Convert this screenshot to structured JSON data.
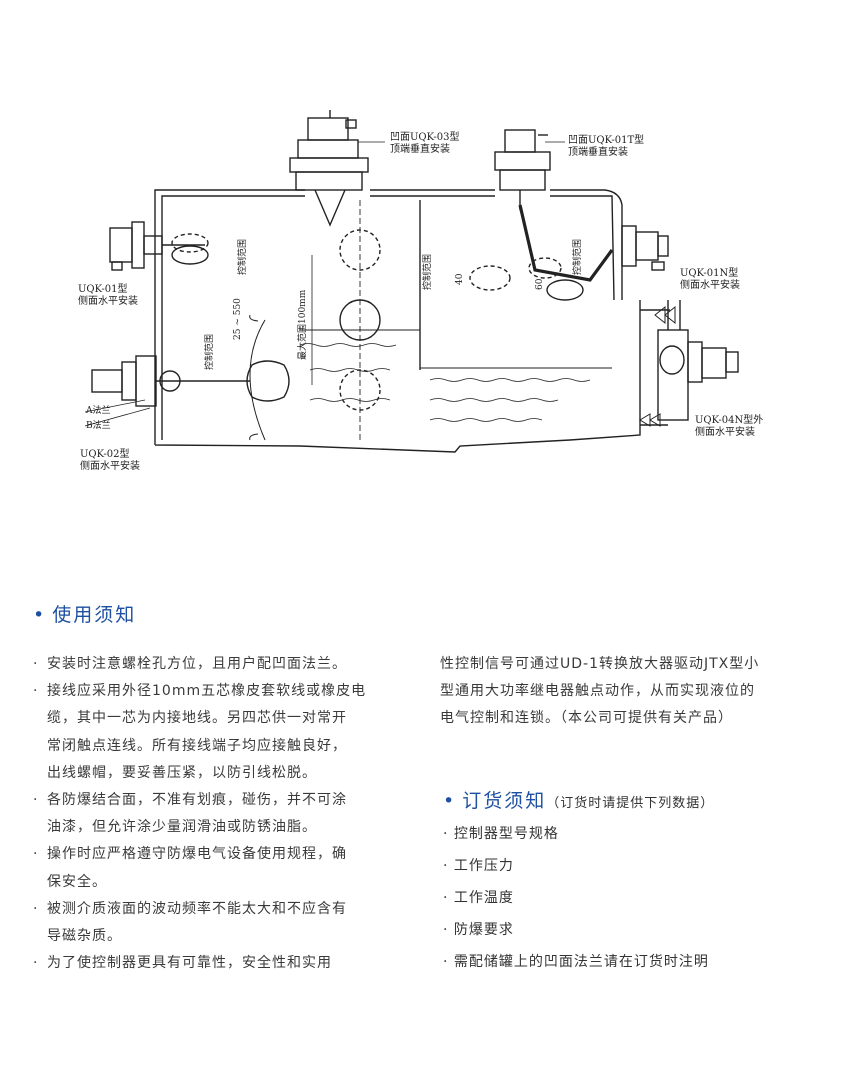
{
  "diagram": {
    "labels": {
      "uqk03": "凹面UQK-03型",
      "uqk03_sub": "顶端垂直安装",
      "uqk01t": "凹面UQK-01T型",
      "uqk01t_sub": "顶端垂直安装",
      "uqk01": "UQK-01型",
      "uqk01_sub": "侧面水平安装",
      "uqk01n": "UQK-01N型",
      "uqk01n_sub": "侧面水平安装",
      "uqk02": "UQK-02型",
      "uqk02_sub": "侧面水平安装",
      "uqk04n": "UQK-04N型外",
      "uqk04n_sub": "侧面水平安装",
      "flange_a": "A法兰",
      "flange_b": "B法兰",
      "ctrl_range": "控制范围",
      "max_range": "最大范围100mm",
      "range_25_550": "25 ~ 550",
      "dim_40": "40",
      "dim_60": "60"
    }
  },
  "usage": {
    "title": "使用须知",
    "left_items": [
      {
        "first": "安装时注意螺栓孔方位，且用户配凹面法兰。",
        "rest": []
      },
      {
        "first": "接线应采用外径10mm五芯橡皮套软线或橡皮电",
        "rest": [
          "缆，其中一芯为内接地线。另四芯供一对常开",
          "常闭触点连线。所有接线端子均应接触良好，",
          "出线螺帽，要妥善压紧，以防引线松脱。"
        ]
      },
      {
        "first": "各防爆结合面，不准有划痕，碰伤，并不可涂",
        "rest": [
          "油漆，但允许涂少量润滑油或防锈油脂。"
        ]
      },
      {
        "first": "操作时应严格遵守防爆电气设备使用规程，确",
        "rest": [
          "保安全。"
        ]
      },
      {
        "first": "被测介质液面的波动频率不能太大和不应含有",
        "rest": [
          "导磁杂质。"
        ]
      },
      {
        "first": "为了使控制器更具有可靠性，安全性和实用",
        "rest": []
      }
    ],
    "right_lines": [
      "性控制信号可通过UD-1转换放大器驱动JTX型小",
      "型通用大功率继电器触点动作，从而实现液位的",
      "电气控制和连锁。（本公司可提供有关产品）"
    ]
  },
  "order": {
    "title": "订货须知",
    "subtitle": "（订货时请提供下列数据）",
    "items": [
      "控制器型号规格",
      "工作压力",
      "工作温度",
      "防爆要求",
      "需配储罐上的凹面法兰请在订货时注明"
    ]
  }
}
